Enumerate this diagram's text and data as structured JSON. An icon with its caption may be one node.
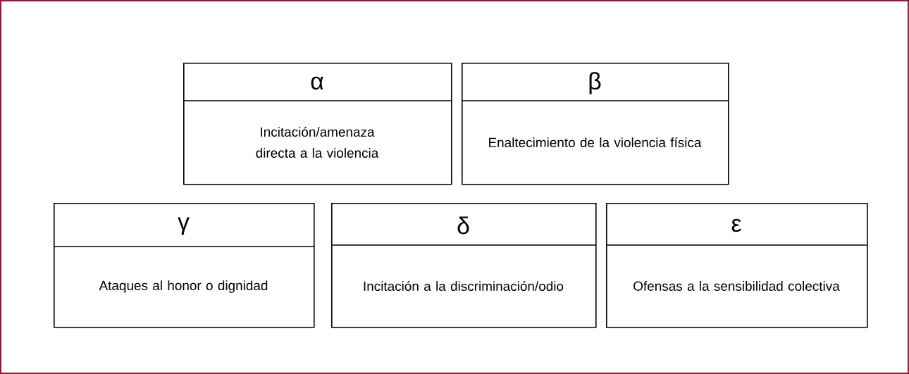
{
  "diagram": {
    "nodes": [
      {
        "text": [
          "α",
          "Incitación/amenaza directa a la violencia"
        ]
      },
      {
        "text": [
          "β",
          "Enaltecimiento de  la violencia  física"
        ]
      },
      {
        "text": [
          "γ",
          "Ataques al honor o dignidad"
        ]
      },
      {
        "text": [
          "δ",
          "Incitación a la discriminación/odio"
        ]
      },
      {
        "text": [
          "ε",
          "Ofensas a la sensibilidad colectiva"
        ]
      }
    ]
  }
}
